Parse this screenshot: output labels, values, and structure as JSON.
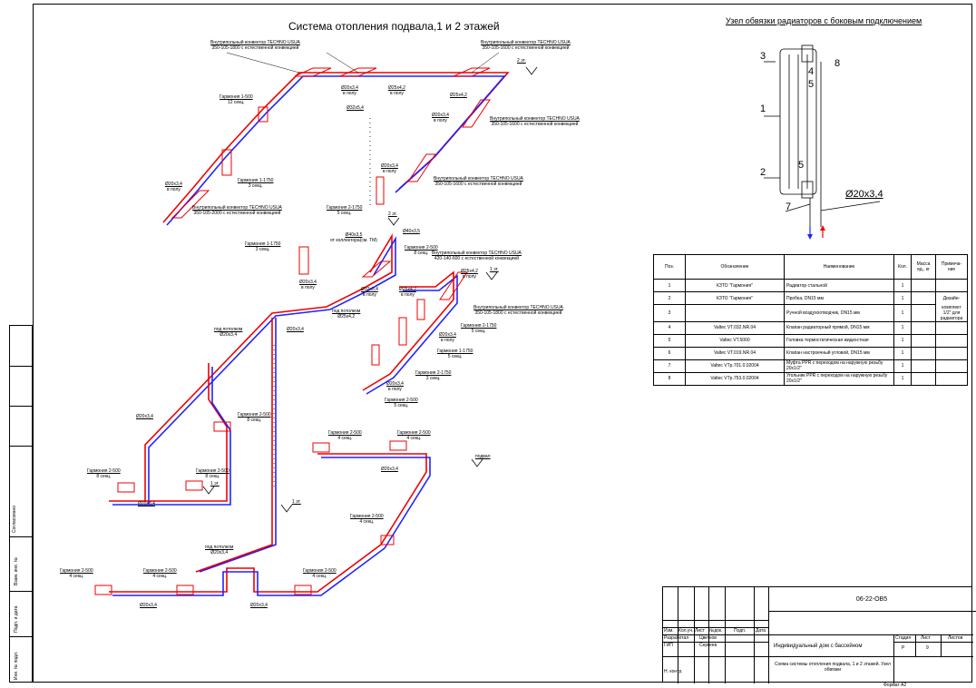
{
  "title": "Система отопления подвала,1 и 2 этажей",
  "subtitle": "Узел обвязки радиаторов с боковым подключением",
  "labels": {
    "conv_top_left": "Внутрипольный конвектор TECHNO USUA",
    "conv_top_left_2": "350-105-1800 с естественной конвекцией",
    "conv_top_right": "Внутрипольный конвектор TECHNO USUA",
    "conv_top_right_2": "350-105-1600 с естественной конвекцией",
    "conv_right_mid": "Внутрипольный конвектор TECHNO USUA",
    "conv_right_mid_2": "350-105-1600 с естественной конвекцией",
    "conv_mid": "Внутрипольный конвектор TECHNO USUA",
    "conv_mid_2": "350-105-1600 с естественной конвекцией",
    "conv_left": "Внутрипольный конвектор TECHNO USUA",
    "conv_left_2": "350-105-2000 с естественной конвекцией",
    "conv_center": "Внутрипольный конвектор TECHNO USUA",
    "conv_center_2": "420-140-600 с естественной конвекцией",
    "conv_center_right": "Внутрипольный конвектор TECHNO USUA",
    "conv_center_right_2": "350-105-1800 с естественной конвекцией",
    "garm_1_500": "Гармония 1-500",
    "garm_1_500_s": "12 секц.",
    "garm_1_1750_a": "Гармония 1-1750",
    "garm_1_1750_a_s": "3 секц.",
    "garm_2_1750_a": "Гармония 2-1750",
    "garm_2_1750_a_s": "5 секц.",
    "garm_1_1750_b": "Гармония 1-1750",
    "garm_1_1750_b_s": "3 секц.",
    "garm_2_500_a": "Гармония 2-500",
    "garm_2_500_a_s": "8 секц.",
    "floor2": "2 эт.",
    "floor1": "1 эт.",
    "basement": "подвал",
    "d20_floor": "Ø20х3,4",
    "in_floor": "в полу",
    "d25_floor": "Ø25х4,2",
    "d32": "Ø32х5,4",
    "d40": "Ø40х3,5",
    "collector": "от коллектора",
    "see_tm": "(см. ТМ)",
    "under_ceiling": "под потолком",
    "garm_2_1750_b": "Гармония 2-1750",
    "garm_2_1750_b_s": "5 секц.",
    "garm_1_1750_c": "Гармония 1-1750",
    "garm_1_1750_c_s": "5 секц.",
    "garm_2_1750_c": "Гармония 2-1750",
    "garm_2_1750_c_s": "3 секц.",
    "garm_2_500_b": "Гармония 2-500",
    "garm_2_500_b_s": "5 секц.",
    "garm_2_500_c": "Гармония 2-500",
    "garm_2_500_c_s": "8 секц.",
    "garm_2_500_d": "Гармония 2-500",
    "garm_2_500_d_s": "8 секц.",
    "garm_2_500_e": "Гармония 2-500",
    "garm_2_500_e_s": "8 секц.",
    "garm_2_500_f": "Гармония 2-500",
    "garm_2_500_f_s": "4 секц.",
    "garm_2_500_g": "Гармония 2-500",
    "garm_2_500_g_s": "4 секц.",
    "garm_2_500_h": "Гармония 2-500",
    "garm_2_500_h_s": "4 секц.",
    "garm_2_500_i": "Гармония 2-500",
    "garm_2_500_i_s": "4 секц.",
    "garm_2_500_j": "Гармония 2-500",
    "garm_2_500_j_s": "4 секц.",
    "garm_2_500_k": "Гармония 2-500",
    "garm_2_500_k_s": "4 секц."
  },
  "node": {
    "n1": "1",
    "n2": "2",
    "n3": "3",
    "n4": "4",
    "n5": "5",
    "n5b": "5",
    "n7": "7",
    "n8": "8",
    "pipe": "Ø20х3,4"
  },
  "spec": {
    "headers": [
      "Поз.",
      "Обозначение",
      "Наименование",
      "Кол.",
      "Масса ед., кг",
      "Примеча- ние"
    ],
    "rows": [
      [
        "1",
        "КЗТО \"Гармония\"",
        "Радиатор стальной",
        "1",
        "",
        ""
      ],
      [
        "2",
        "КЗТО \"Гармония\"",
        "Пробка, DN15 мм",
        "1",
        "",
        "Дизайн-"
      ],
      [
        "3",
        "",
        "Ручной воздухоотводчик, DN15 мм",
        "1",
        "",
        "комплект 1/2\" для радиатора"
      ],
      [
        "4",
        "Valtec VT.032.NR.04",
        "Клапан радиаторный прямой, DN15 мм",
        "1",
        "",
        ""
      ],
      [
        "5",
        "Valtec VT.5000",
        "Головка термостатическая жидкостная",
        "1",
        "",
        ""
      ],
      [
        "6",
        "Valtec VT.019.NR.04",
        "Клапан настроечный угловой, DN15 мм",
        "1",
        "",
        ""
      ],
      [
        "7",
        "Valtec VTp.701.0.02004",
        "Муфта PPR с переходом на наружную резьбу 20х1/2\"",
        "1",
        "",
        ""
      ],
      [
        "8",
        "Valtec VTp.753.0.02004",
        "Угольник PPR с переходом на наружную резьбу 20х1/2\"",
        "1",
        "",
        ""
      ]
    ]
  },
  "stamp": {
    "code": "06-22-ОВ5",
    "project": "Индивидуальный дом с бассейном",
    "sheet_title": "Схема системы отопления подвала, 1 и 2 этажей. Узел обвязки",
    "h_izm": "Изм.",
    "h_kol": "Кол.уч.",
    "h_list": "Лист",
    "h_doc": "№док.",
    "h_sign": "Подп.",
    "h_date": "Дата",
    "r_dev": "Разработал",
    "r_dev_name": "Цветков",
    "r_gip": "ГИП",
    "r_gip_name": "Сергеев",
    "r_ctrl": "Н. контр.",
    "stage": "Стадия",
    "stage_v": "Р",
    "list": "Лист",
    "list_v": "9",
    "lists": "Листов",
    "format": "Формат А2"
  },
  "left": {
    "soglas": "Согласовано",
    "vzam": "Взам. инв. №",
    "podp": "Подп. и дата",
    "inv": "Инв. № подл."
  }
}
